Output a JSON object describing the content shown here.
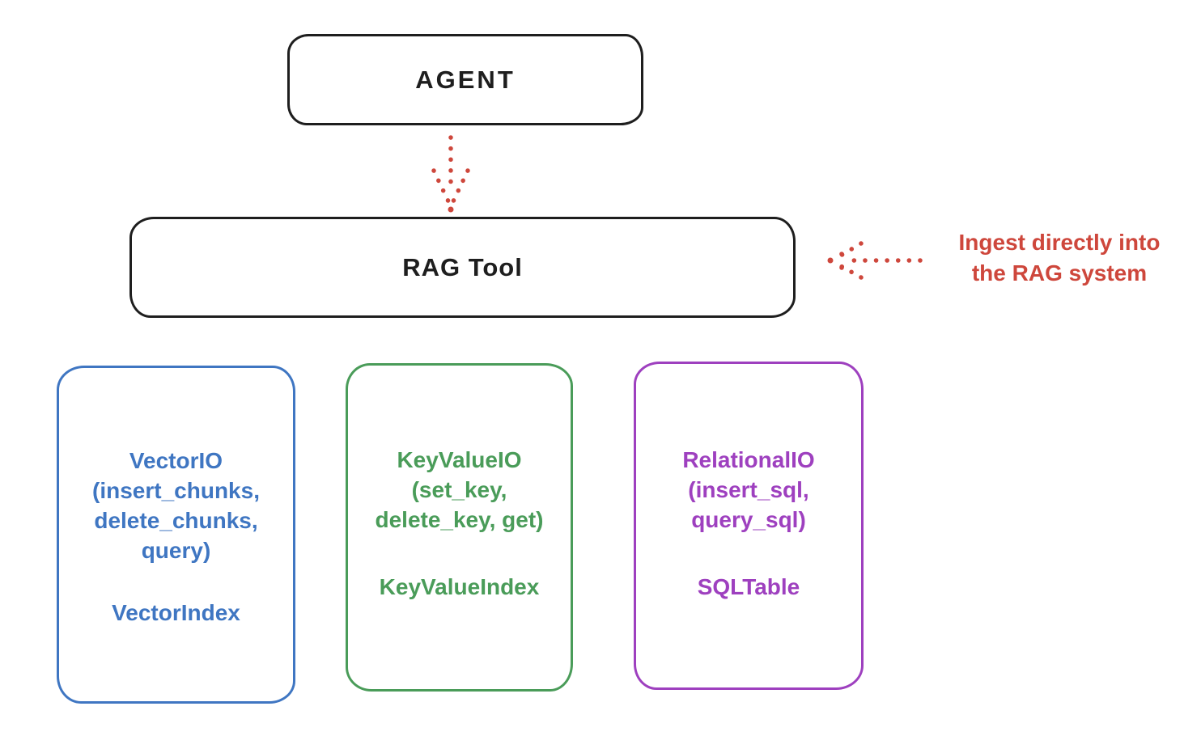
{
  "colors": {
    "ink": "#1e1e1e",
    "red": "#ce473c",
    "blue": "#3f76c2",
    "green": "#4a9c59",
    "purple": "#9e40bf",
    "background": "#ffffff"
  },
  "diagram": {
    "agent": {
      "label": "AGENT"
    },
    "rag_tool": {
      "label": "RAG Tool"
    },
    "annotation": {
      "text": "Ingest directly into\nthe RAG system"
    },
    "storage_boxes": [
      {
        "id": "vector-io",
        "title": "VectorIO",
        "methods": "(insert_chunks,\ndelete_chunks,\nquery)",
        "index_label": "VectorIndex",
        "color": "#3f76c2"
      },
      {
        "id": "keyvalue-io",
        "title": "KeyValueIO",
        "methods": "(set_key,\ndelete_key, get)",
        "index_label": "KeyValueIndex",
        "color": "#4a9c59"
      },
      {
        "id": "relational-io",
        "title": "RelationalIO",
        "methods": "(insert_sql,\nquery_sql)",
        "index_label": "SQLTable",
        "color": "#9e40bf"
      }
    ],
    "edges": [
      {
        "from": "agent",
        "to": "rag_tool",
        "style": "dotted-arrow",
        "color": "#ce473c"
      },
      {
        "from": "annotation",
        "to": "rag_tool",
        "style": "dotted-arrow",
        "color": "#ce473c"
      }
    ]
  }
}
